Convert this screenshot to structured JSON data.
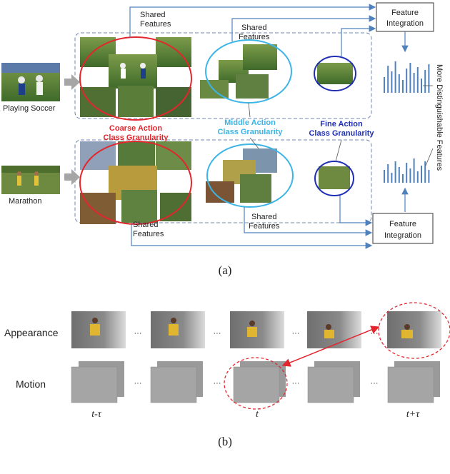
{
  "panel_a": {
    "top_row_label": "Playing Soccer",
    "bottom_row_label": "Marathon",
    "coarse_label": [
      "Coarse Action",
      "Class Granularity"
    ],
    "middle_label": [
      "Middle Action",
      "Class Granularity"
    ],
    "fine_label": [
      "Fine Action",
      "Class Granularity"
    ],
    "shared_features_top_outer": [
      "Shared",
      "Features"
    ],
    "shared_features_top_inner": [
      "Shared",
      "Features"
    ],
    "shared_features_bottom_inner": [
      "Shared",
      "Features"
    ],
    "shared_features_bottom_outer": [
      "Shared",
      "Features"
    ],
    "feature_integration_top": [
      "Feature",
      "Integration"
    ],
    "feature_integration_bottom": [
      "Feature",
      "Integration"
    ],
    "side_label": "More Distinguishable Features",
    "caption": "(a)"
  },
  "panel_b": {
    "appearance_label": "Appearance",
    "motion_label": "Motion",
    "ellipsis": "···",
    "time_start": "t-τ",
    "time_mid": "t",
    "time_end": "t+τ",
    "caption": "(b)"
  },
  "colors": {
    "coarse": "#e3262e",
    "middle": "#3cb4e6",
    "fine": "#1f2fb4",
    "arrow_blue": "#4f81bd",
    "dashed_box": "#6d87b8",
    "motion_highlight": "#e3262e"
  }
}
